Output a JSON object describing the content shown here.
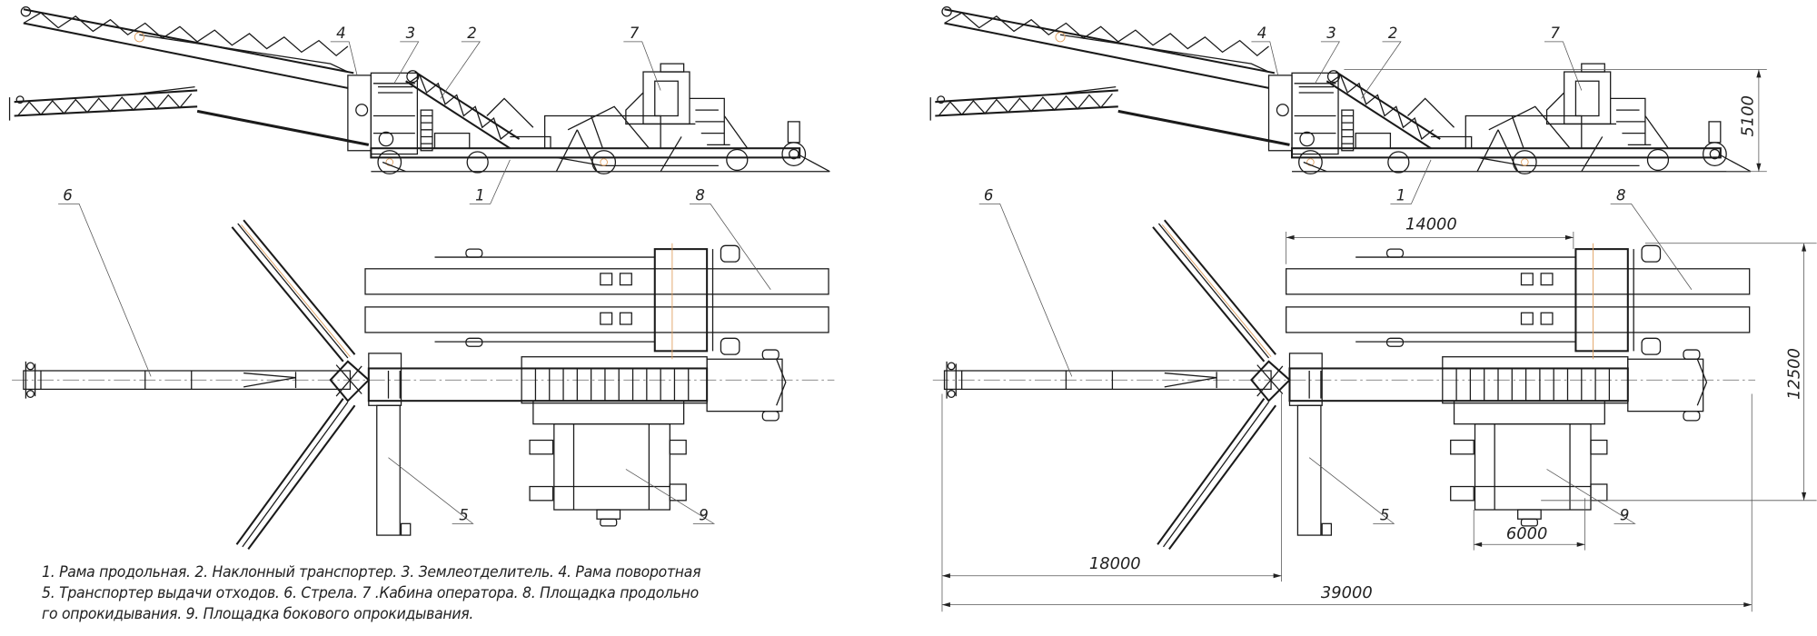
{
  "callouts": {
    "1": "1",
    "2": "2",
    "3": "3",
    "4": "4",
    "5": "5",
    "6": "6",
    "7": "7",
    "8": "8",
    "9": "9"
  },
  "dimensions": {
    "height_side": "5100",
    "length_platform": "14000",
    "width_overall": "12500",
    "width_platform9": "6000",
    "boom_length": "18000",
    "overall_length": "39000"
  },
  "caption": [
    "1. Рама продольная. 2. Наклонный транспортер. 3. Землеотделитель. 4. Рама поворотная",
    "5. Транспортер выдачи отходов. 6. Стрела. 7 .Кабина оператора. 8. Площадка продольно",
    "го опрокидывания. 9. Площадка бокового опрокидывания."
  ]
}
